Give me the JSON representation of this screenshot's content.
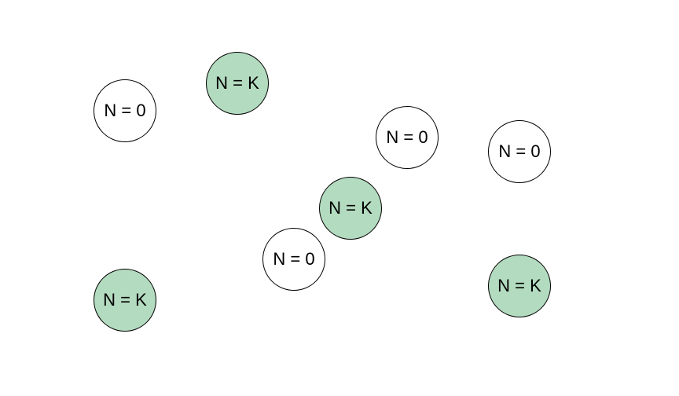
{
  "diagram": {
    "colors": {
      "filled": "#b3dbbf",
      "empty": "#ffffff",
      "stroke": "#000000"
    },
    "nodes": [
      {
        "label": "N = 0",
        "filled": false
      },
      {
        "label": "N = K",
        "filled": true
      },
      {
        "label": "N = 0",
        "filled": false
      },
      {
        "label": "N = 0",
        "filled": false
      },
      {
        "label": "N = K",
        "filled": true
      },
      {
        "label": "N = 0",
        "filled": false
      },
      {
        "label": "N = K",
        "filled": true
      },
      {
        "label": "N = K",
        "filled": true
      }
    ]
  }
}
